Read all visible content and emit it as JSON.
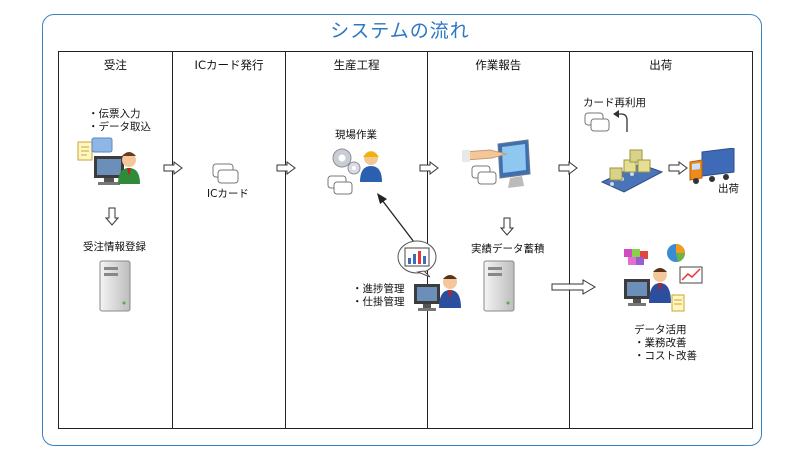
{
  "title": "システムの流れ",
  "lanes": [
    {
      "label": "受注"
    },
    {
      "label": "ICカード発行"
    },
    {
      "label": "生産工程"
    },
    {
      "label": "作業報告"
    },
    {
      "label": "出荷"
    }
  ],
  "labels": {
    "slip_input": "・伝票入力",
    "data_import": "・データ取込",
    "order_registration": "受注情報登録",
    "ic_card": "ICカード",
    "field_work": "現場作業",
    "progress_mgmt": "・進捗管理",
    "wip_mgmt": "・仕掛管理",
    "actual_data": "実績データ蓄積",
    "card_reuse": "カード再利用",
    "shipment": "出荷",
    "data_use": "データ活用",
    "business_improve": "・業務改善",
    "cost_improve": "・コスト改善"
  },
  "colors": {
    "accent": "#2e77c4",
    "border": "#3a83c0"
  }
}
